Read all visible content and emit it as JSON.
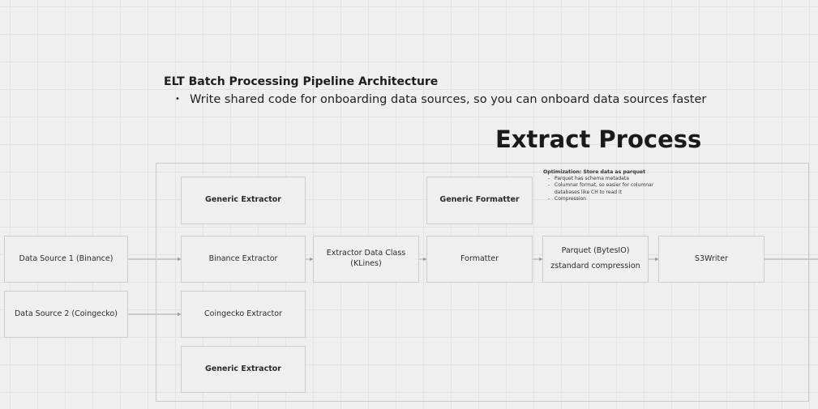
{
  "heading": {
    "title": "ELT Batch Processing Pipeline Architecture",
    "bullets": [
      "Write shared code for onboarding data sources, so you can onboard data sources faster"
    ]
  },
  "section": {
    "title": "Extract Process"
  },
  "note": {
    "title": "Optimization: Store data as parquet",
    "items": [
      "Parquet has schema metadata",
      "Columnar format, so easier for columnar databases like CH to read it",
      "Compression"
    ]
  },
  "nodes": {
    "generic_extractor_top": "Generic Extractor",
    "generic_formatter": "Generic Formatter",
    "data_source_1": "Data Source 1 (Binance)",
    "binance_extractor": "Binance Extractor",
    "extractor_data_class": "Extractor Data Class (KLines)",
    "formatter": "Formatter",
    "parquet": {
      "title": "Parquet (BytesIO)",
      "detail": "zstandard compression"
    },
    "s3writer": "S3Writer",
    "data_source_2": "Data Source 2 (Coingecko)",
    "coingecko_extractor": "Coingecko Extractor",
    "generic_extractor_bottom": "Generic Extractor"
  }
}
